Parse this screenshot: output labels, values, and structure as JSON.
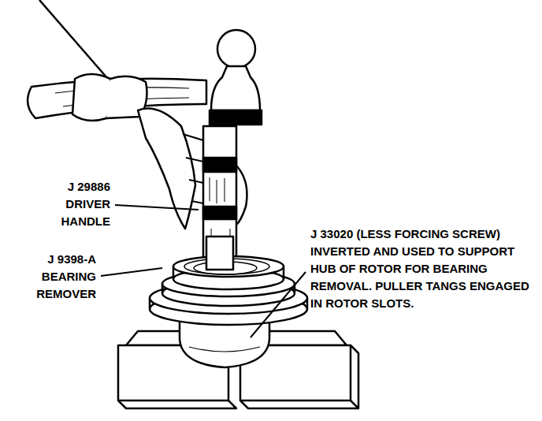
{
  "diagram": {
    "labels": [
      "J 29886 DRIVER HANDLE",
      "J 9398-A BEARING REMOVER",
      "J 33020 (LESS FORCING SCREW) INVERTED AND USED TO SUPPORT HUB OF ROTOR FOR BEARING REMOVAL. PULLER TANGS ENGAGED IN ROTOR SLOTS."
    ]
  }
}
